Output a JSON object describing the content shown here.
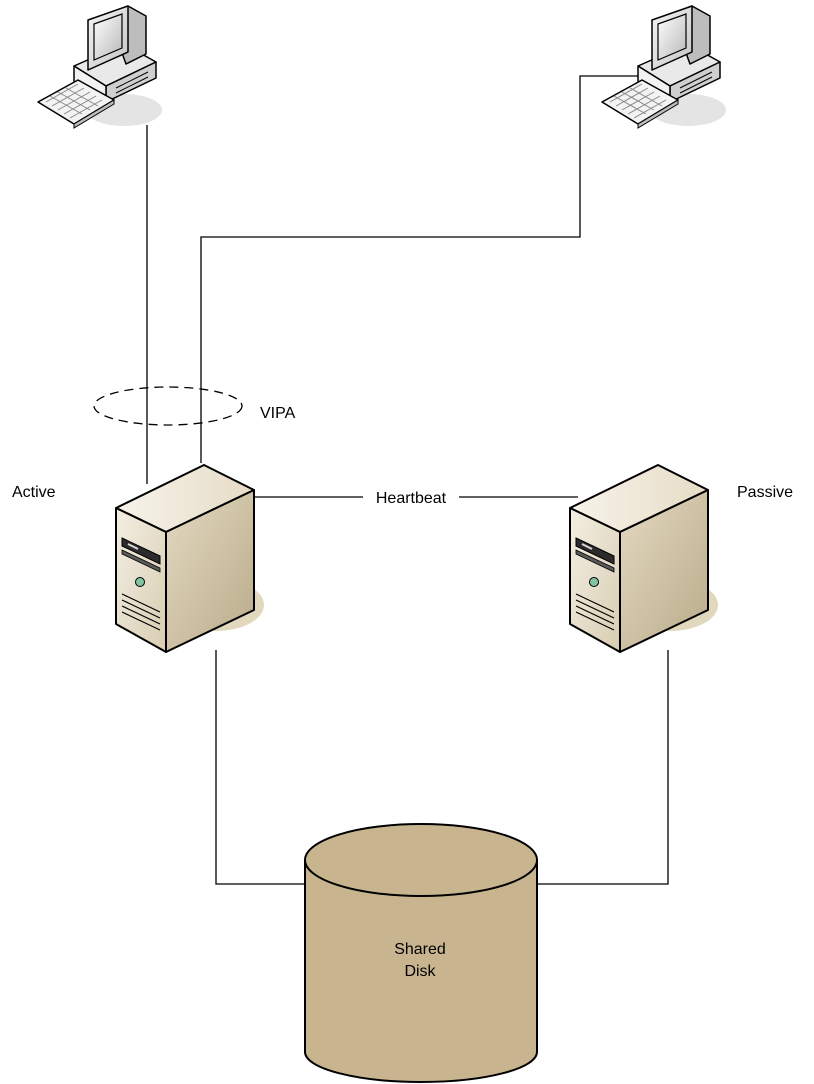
{
  "nodes": {
    "client_left": {
      "icon": "desktop-computer-icon"
    },
    "client_right": {
      "icon": "desktop-computer-icon"
    },
    "active_server": {
      "label": "Active",
      "icon": "tower-server-icon"
    },
    "passive_server": {
      "label": "Passive",
      "icon": "tower-server-icon"
    },
    "shared_disk": {
      "label_line1": "Shared",
      "label_line2": "Disk",
      "icon": "database-cylinder-icon"
    }
  },
  "vipa": {
    "label": "VIPA"
  },
  "links": {
    "heartbeat": {
      "label": "Heartbeat"
    }
  },
  "colors": {
    "line": "#000000",
    "disk_fill": "#c8b58f",
    "server_light": "#f1ebdd",
    "server_mid": "#ddd2b8",
    "server_dark": "#b9ab8a",
    "shadow": "#ddd2b5",
    "monitor_light": "#eeeeee",
    "monitor_dark": "#bdbdbd"
  }
}
